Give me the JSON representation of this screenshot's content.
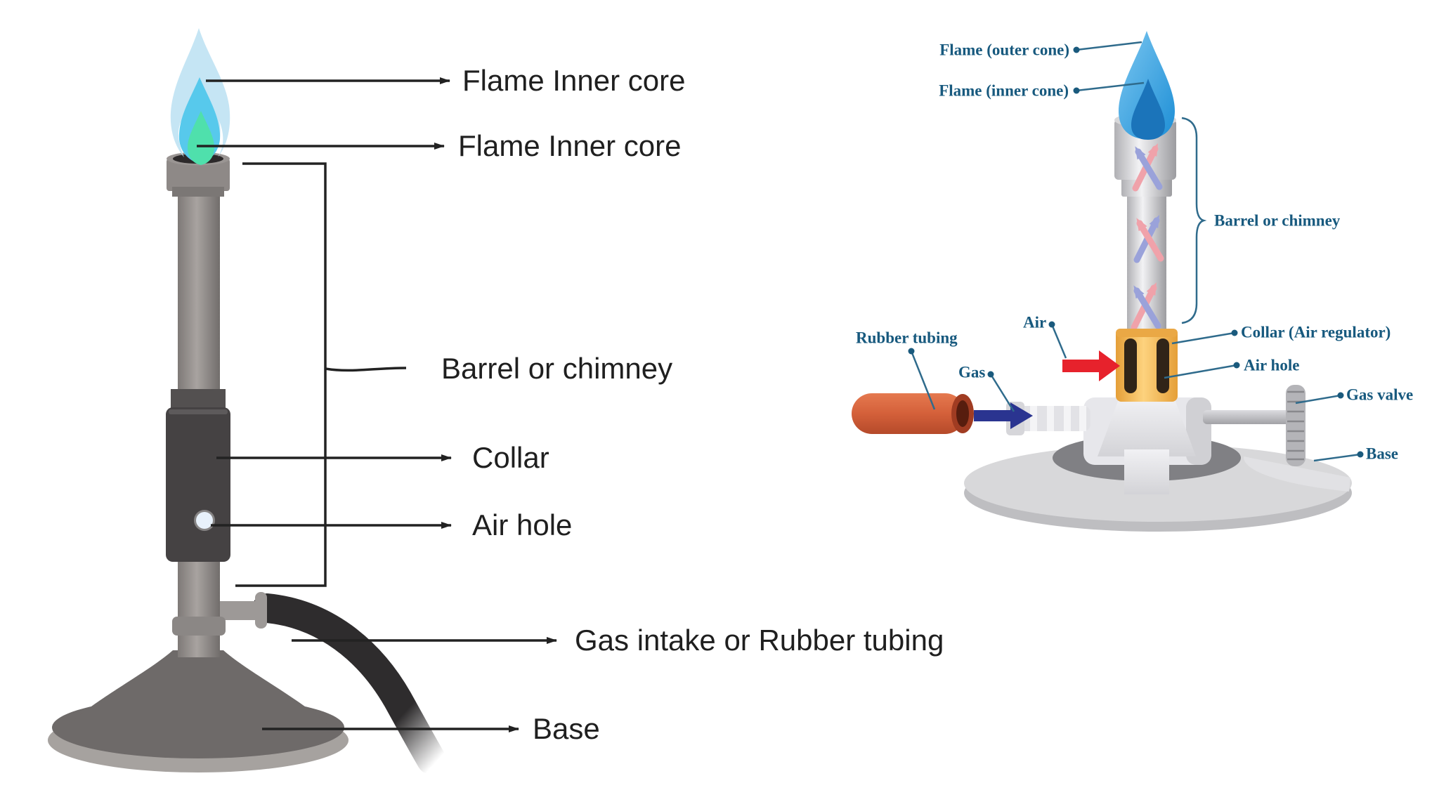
{
  "left_diagram": {
    "labels": {
      "flame_outer": "Flame Inner core",
      "flame_inner": "Flame Inner core",
      "barrel": "Barrel or chimney",
      "collar": "Collar",
      "air_hole": "Air hole",
      "gas_intake": "Gas intake or Rubber tubing",
      "base": "Base"
    },
    "colors": {
      "label_text": "#1f1f1f",
      "arrow_line": "#222222",
      "flame_outer": "#c2e4f3",
      "flame_mid": "#57c9ec",
      "flame_core": "#4fe0ac",
      "barrel_gray": "#8e8987",
      "collar_dark": "#454243",
      "air_hole_dot": "#e8f1fb",
      "base_gray": "#6e6a69",
      "base_rim": "#a6a29f",
      "rubber_tubing_black": "#2e2c2d"
    }
  },
  "right_diagram": {
    "labels": {
      "flame_outer_cone": "Flame (outer cone)",
      "flame_inner_cone": "Flame (inner cone)",
      "barrel": "Barrel or chimney",
      "rubber_tubing": "Rubber tubing",
      "air": "Air",
      "gas": "Gas",
      "collar": "Collar (Air regulator)",
      "air_hole": "Air hole",
      "gas_valve": "Gas valve",
      "base": "Base"
    },
    "colors": {
      "label_text": "#17597e",
      "leader_line": "#2f6b8c",
      "flame_outer": "#2f9ddd",
      "flame_inner": "#1b74ba",
      "collar_orange": "#f9c160",
      "air_slot_dark": "#302418",
      "air_arrow_red": "#e7222c",
      "gas_arrow_blue": "#2a3490",
      "rubber_tube_red": "#d4603a",
      "metal_gray": "#e9e9ec",
      "base_plate": "#d8d8da",
      "base_disc": "#808084",
      "mix_arrow_pink": "#f0a2aa",
      "mix_arrow_blue": "#9aa2da"
    }
  }
}
